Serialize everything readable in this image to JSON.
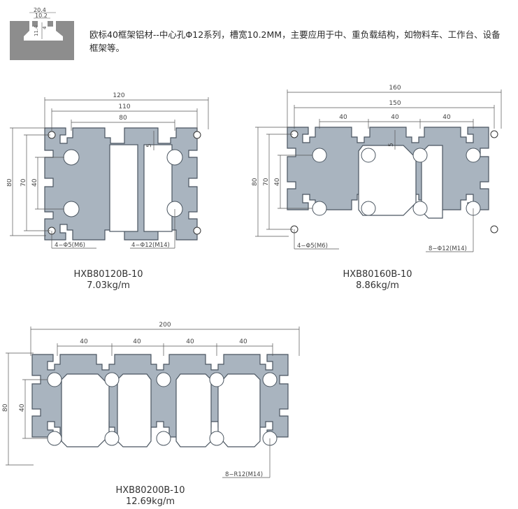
{
  "header": {
    "slot_dims": {
      "width_outer": "20.4",
      "width_inner": "10.2",
      "depth": "11.4",
      "lip": "4"
    },
    "description": "欧标40框架铝材--中心孔Φ12系列，槽宽10.2MM，主要应用于中、重负载结构，如物料车、工作台、设备框架等。"
  },
  "profiles": [
    {
      "model": "HXB80120B-10",
      "weight": "7.03kg/m",
      "dims": {
        "w1": "120",
        "w2": "110",
        "w3": "80",
        "slot": "5",
        "h1": "80",
        "h2": "70",
        "h3": "40"
      },
      "holes": {
        "small": "4−Φ5(M6)",
        "large": "4−Φ12(M14)"
      }
    },
    {
      "model": "HXB80160B-10",
      "weight": "8.86kg/m",
      "dims": {
        "w1": "160",
        "w2": "150",
        "pitch": "40",
        "slot": "5",
        "h1": "80",
        "h2": "70",
        "h3": "40"
      },
      "holes": {
        "small": "4−Φ5(M6)",
        "large": "8−Φ12(M14)"
      }
    },
    {
      "model": "HXB80200B-10",
      "weight": "12.69kg/m",
      "dims": {
        "w1": "200",
        "pitch": "40",
        "h1": "80",
        "h3": "40"
      },
      "holes": {
        "large": "8−R12(M14)"
      }
    }
  ],
  "colors": {
    "profile_fill": "#a9b4bf",
    "profile_stroke": "#4a5560",
    "dim_line": "#555555"
  }
}
